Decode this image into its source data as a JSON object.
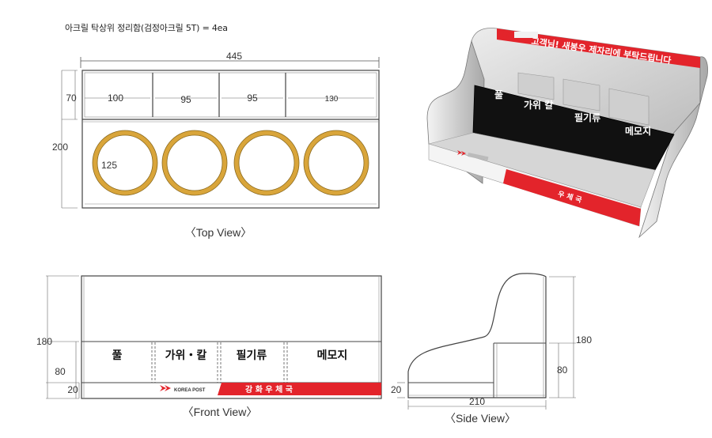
{
  "title": "아크릴 탁상위 정리함(검정아크릴 5T) = 4ea",
  "top_view": {
    "caption": "〈Top View〉",
    "width": "445",
    "height": "200",
    "depth": "70",
    "compartments": [
      "100",
      "95",
      "95",
      "130"
    ],
    "circle": "125"
  },
  "front_view": {
    "caption": "〈Front View〉",
    "height": "180",
    "front": "80",
    "base": "20",
    "labels": [
      "풀",
      "가위・칼",
      "필기류",
      "메모지"
    ],
    "logo": "KOREA POST",
    "strip": "강 화 우 체 국"
  },
  "side_view": {
    "caption": "〈Side View〉",
    "height": "180",
    "front": "80",
    "base": "20",
    "depth": "210"
  },
  "render": {
    "banner": "고객님! 새봉우 제자리에 부탁드립니다",
    "labels": [
      "풀",
      "가위 칼",
      "필기류",
      "메모지"
    ],
    "strip": "우 체 국"
  },
  "colors": {
    "red": "#e3242b",
    "gold": "#d9a53a",
    "gray": "#c8c8c8"
  }
}
